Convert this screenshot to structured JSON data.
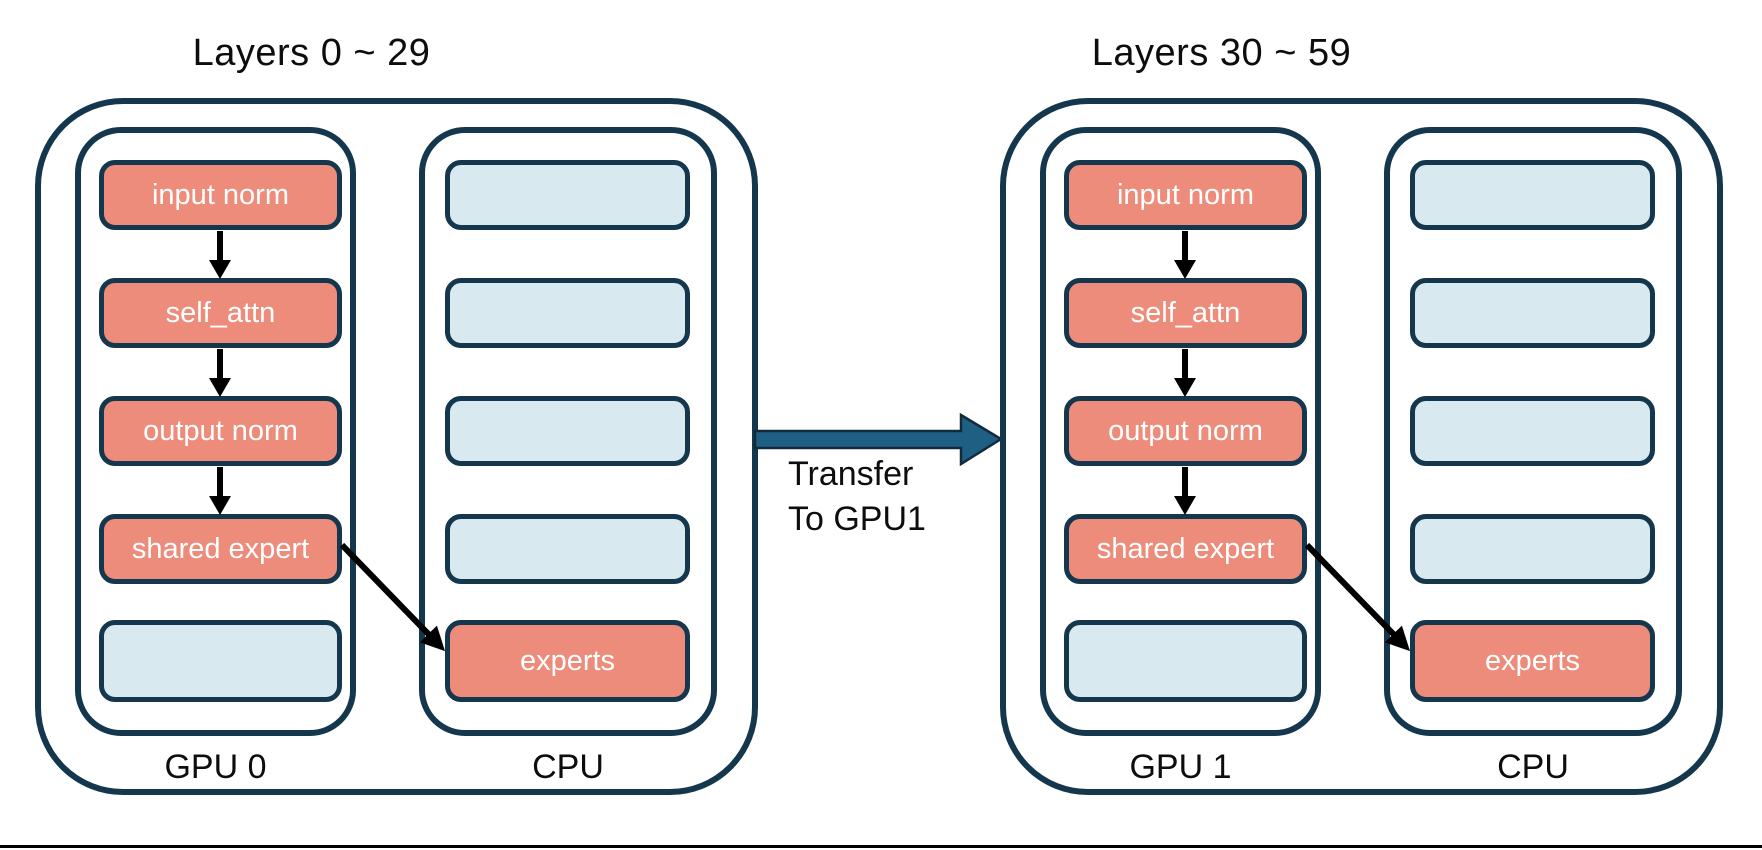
{
  "diagram": {
    "groups": [
      {
        "title": "Layers 0 ~ 29",
        "gpu": {
          "label": "GPU 0",
          "rows": [
            "input norm",
            "self_attn",
            "output norm",
            "shared expert"
          ]
        },
        "cpu": {
          "label": "CPU",
          "expert_row": "experts"
        }
      },
      {
        "title": "Layers 30 ~ 59",
        "gpu": {
          "label": "GPU 1",
          "rows": [
            "input norm",
            "self_attn",
            "output norm",
            "shared expert"
          ]
        },
        "cpu": {
          "label": "CPU",
          "expert_row": "experts"
        }
      }
    ],
    "transfer_label": {
      "line1": "Transfer",
      "line2": "To GPU1"
    },
    "colors": {
      "module_fill": "#ED8C7B",
      "empty_slot_fill": "#D8EAF0",
      "outline": "#14374D",
      "transfer_arrow_fill": "#1F5F84",
      "transfer_arrow_outline": "#0F2B3C",
      "flow_arrow": "#000000",
      "text_on_module": "#FFFFFF",
      "text": "#0D0D0D"
    }
  }
}
